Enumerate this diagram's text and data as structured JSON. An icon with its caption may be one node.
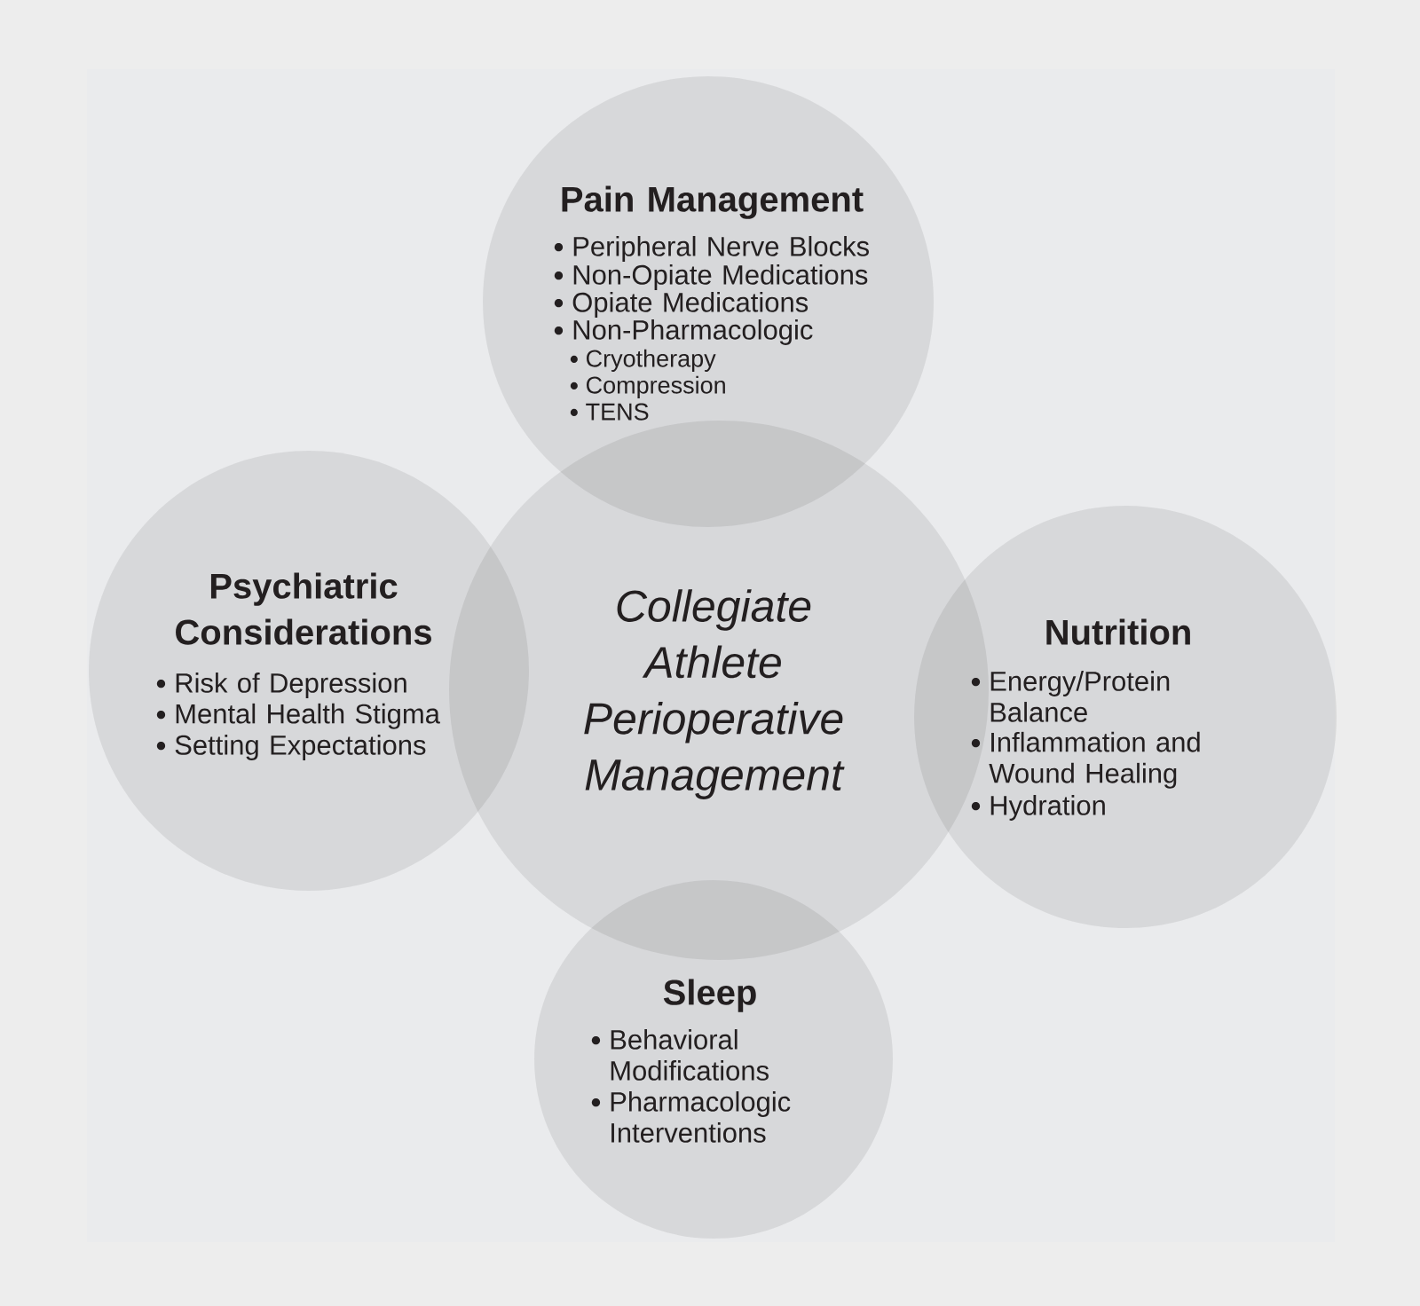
{
  "diagram": {
    "nodes": [
      {
        "text": [
          "Pain Management",
          "Peripheral Nerve Blocks",
          "Non-Opiate Medications",
          "Opiate Medications",
          "Non-Pharmacologic",
          "Cryotherapy",
          "Compression",
          "TENS"
        ]
      },
      {
        "text": [
          "Psychiatric Considerations",
          "Risk of Depression",
          "Mental Health Stigma",
          "Setting Expectations"
        ]
      },
      {
        "text": [
          "Collegiate Athlete Perioperative Management"
        ]
      },
      {
        "text": [
          "Nutrition",
          "Energy/Protein Balance",
          "Inflammation and Wound Healing",
          "Hydration"
        ]
      },
      {
        "text": [
          "Sleep",
          "Behavioral Modifications",
          "Pharmacologic Interventions"
        ]
      }
    ]
  }
}
